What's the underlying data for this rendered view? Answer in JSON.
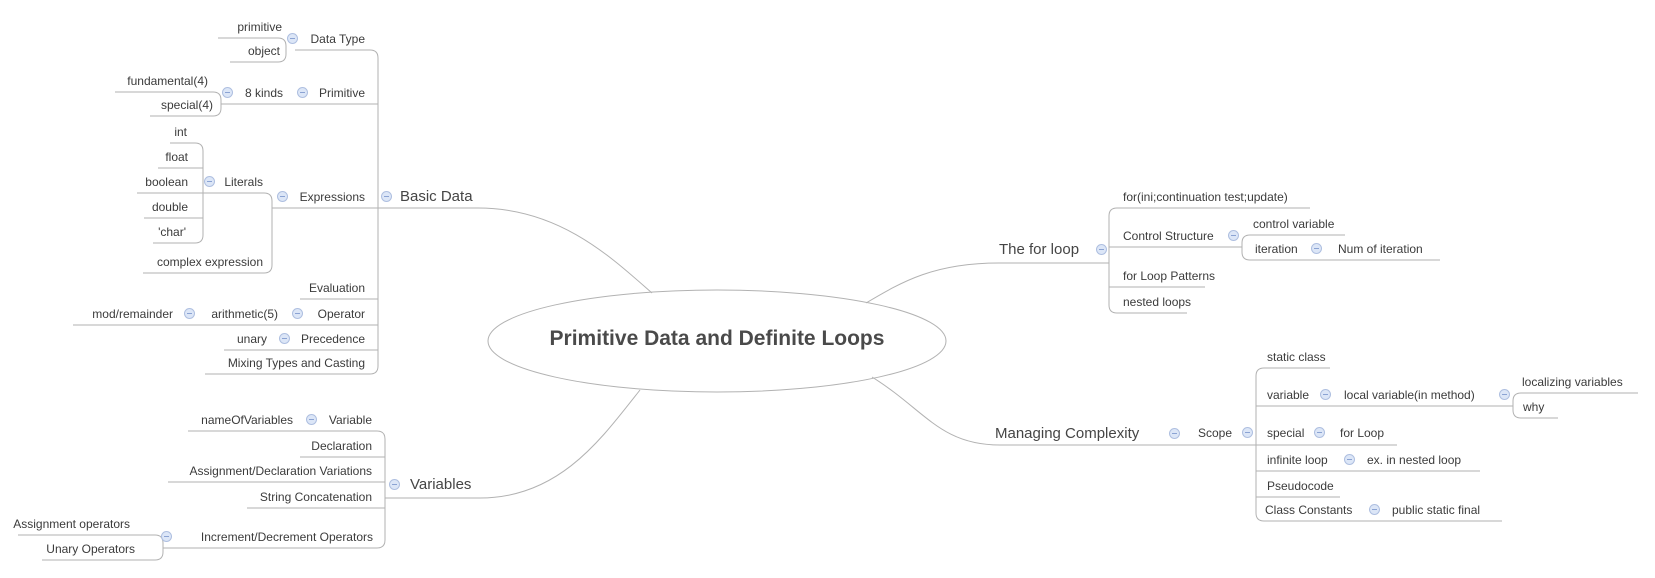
{
  "colors": {
    "line": "#b2b2b2",
    "text": "#3b3b3b",
    "collapse_icon_fill": "#dce6f7",
    "collapse_icon_border": "#aebfe0",
    "collapse_icon_minus": "#8ba3d3"
  },
  "central_topic": {
    "label": "Primitive Data and Definite Loops"
  },
  "branches": {
    "basic_data": {
      "label": "Basic Data",
      "children": {
        "data_type": {
          "label": "Data Type",
          "children": {
            "primitive": {
              "label": "primitive"
            },
            "object": {
              "label": "object"
            }
          }
        },
        "primitive": {
          "label": "Primitive",
          "children": {
            "eight_kinds": {
              "label": "8 kinds",
              "children": {
                "fundamental": {
                  "label": "fundamental(4)"
                },
                "special": {
                  "label": "special(4)"
                }
              }
            }
          }
        },
        "expressions": {
          "label": "Expressions",
          "children": {
            "literals": {
              "label": "Literals",
              "children": {
                "int": {
                  "label": "int"
                },
                "float": {
                  "label": "float"
                },
                "boolean": {
                  "label": "boolean"
                },
                "double": {
                  "label": "double"
                },
                "char": {
                  "label": "'char'"
                }
              }
            },
            "complex_expression": {
              "label": "complex expression"
            }
          }
        },
        "evaluation": {
          "label": "Evaluation"
        },
        "operator": {
          "label": "Operator",
          "children": {
            "arithmetic": {
              "label": "arithmetic(5)",
              "children": {
                "mod_remainder": {
                  "label": "mod/remainder"
                }
              }
            }
          }
        },
        "precedence": {
          "label": "Precedence",
          "children": {
            "unary": {
              "label": "unary"
            }
          }
        },
        "mixing_types": {
          "label": "Mixing Types and Casting"
        }
      }
    },
    "variables": {
      "label": "Variables",
      "children": {
        "variable": {
          "label": "Variable",
          "children": {
            "name_of_variables": {
              "label": "nameOfVariables"
            }
          }
        },
        "declaration": {
          "label": "Declaration"
        },
        "assignment_declaration_variations": {
          "label": "Assignment/Declaration Variations"
        },
        "string_concatenation": {
          "label": "String Concatenation"
        },
        "increment_decrement": {
          "label": "Increment/Decrement Operators",
          "children": {
            "assignment_operators": {
              "label": "Assignment operators"
            },
            "unary_operators": {
              "label": "Unary Operators"
            }
          }
        }
      }
    },
    "the_for_loop": {
      "label": "The for loop",
      "children": {
        "syntax": {
          "label": "for(ini;continuation test;update)"
        },
        "control_structure": {
          "label": "Control Structure",
          "children": {
            "control_variable": {
              "label": "control variable"
            },
            "iteration": {
              "label": "iteration",
              "children": {
                "num_of_iteration": {
                  "label": "Num of iteration"
                }
              }
            }
          }
        },
        "for_loop_patterns": {
          "label": "for Loop Patterns"
        },
        "nested_loops": {
          "label": "nested loops"
        }
      }
    },
    "managing_complexity": {
      "label": "Managing Complexity",
      "children": {
        "scope": {
          "label": "Scope",
          "children": {
            "static_class": {
              "label": "static class"
            },
            "variable": {
              "label": "variable",
              "children": {
                "local_variable": {
                  "label": "local variable(in method)",
                  "children": {
                    "localizing_variables": {
                      "label": "localizing variables"
                    },
                    "why": {
                      "label": "why"
                    }
                  }
                }
              }
            },
            "special": {
              "label": "special",
              "children": {
                "for_loop": {
                  "label": "for Loop"
                }
              }
            },
            "infinite_loop": {
              "label": "infinite loop",
              "children": {
                "ex_in_nested_loop": {
                  "label": "ex. in nested loop"
                }
              }
            },
            "pseudocode": {
              "label": "Pseudocode"
            },
            "class_constants": {
              "label": "Class Constants",
              "children": {
                "public_static_final": {
                  "label": "public static final"
                }
              }
            }
          }
        }
      }
    }
  }
}
